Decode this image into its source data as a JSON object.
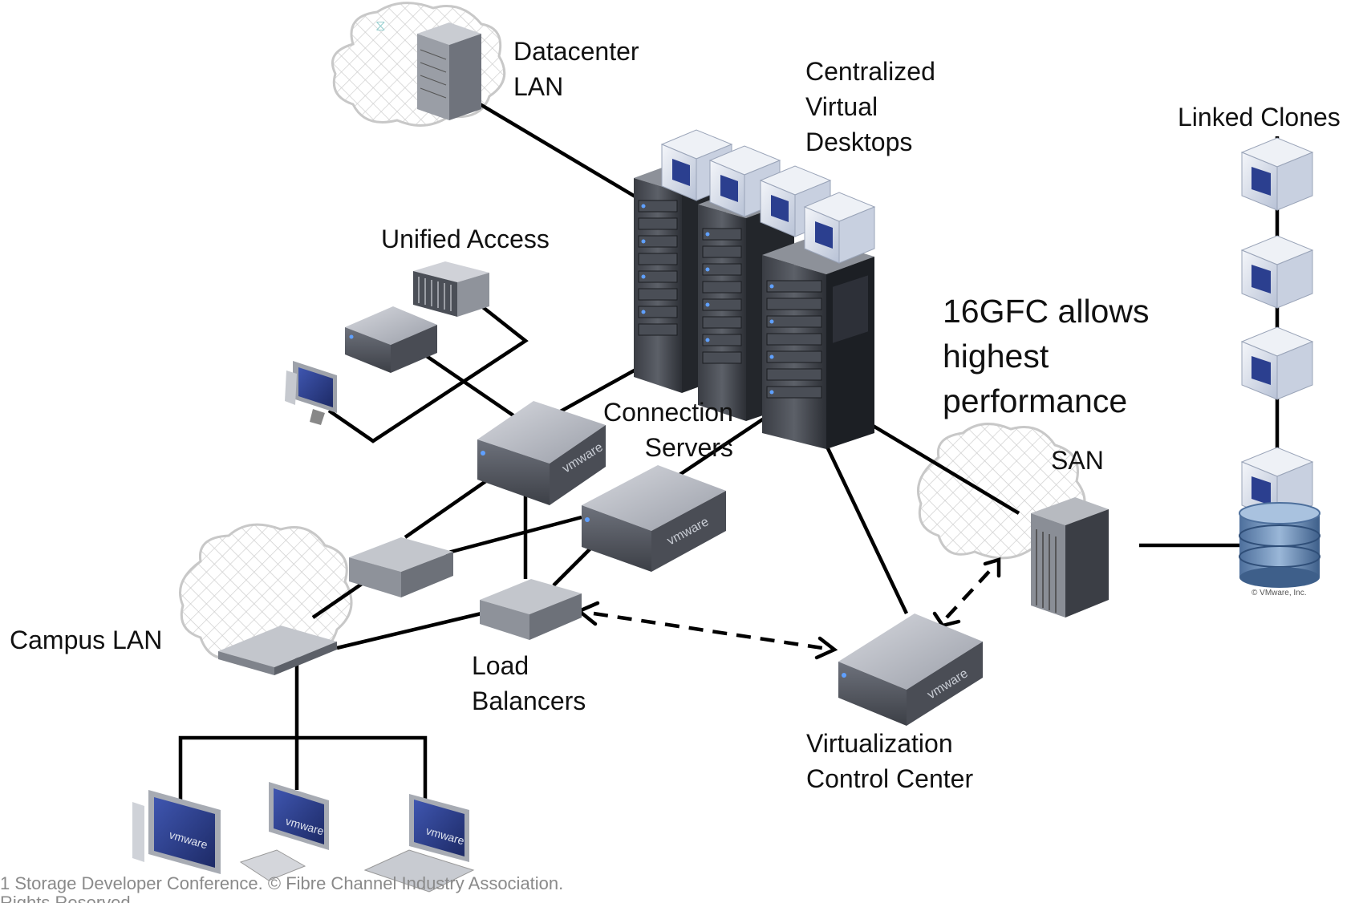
{
  "labels": {
    "datacenter_lan": [
      "Datacenter",
      "LAN"
    ],
    "centralized_virtual_desktops": [
      "Centralized",
      "Virtual",
      "Desktops"
    ],
    "linked_clones": "Linked Clones",
    "unified_access": "Unified Access",
    "performance_note": [
      "16GFC allows",
      "highest",
      "performance"
    ],
    "connection_servers": [
      "Connection",
      "Servers"
    ],
    "san": "SAN",
    "campus_lan": "Campus LAN",
    "load_balancers": [
      "Load",
      "Balancers"
    ],
    "virtualization_control_center": [
      "Virtualization",
      "Control Center"
    ],
    "vmware_brand": "vmware",
    "vmware_copyright": "© VMware, Inc."
  },
  "footer": {
    "line1": "1 Storage Developer Conference. © Fibre Channel Industry Association.",
    "line2": "Rights Reserved."
  },
  "colors": {
    "link": "#000000",
    "cloud_fill": "#f0f0f0",
    "cloud_stroke": "#c8c8c8",
    "server_top": "#b9bcc4",
    "server_front": "#5a5d66",
    "rack_dark": "#2a2d34",
    "screen_blue": "#2b3f8f",
    "storage_blue": "#6c8fb8"
  }
}
